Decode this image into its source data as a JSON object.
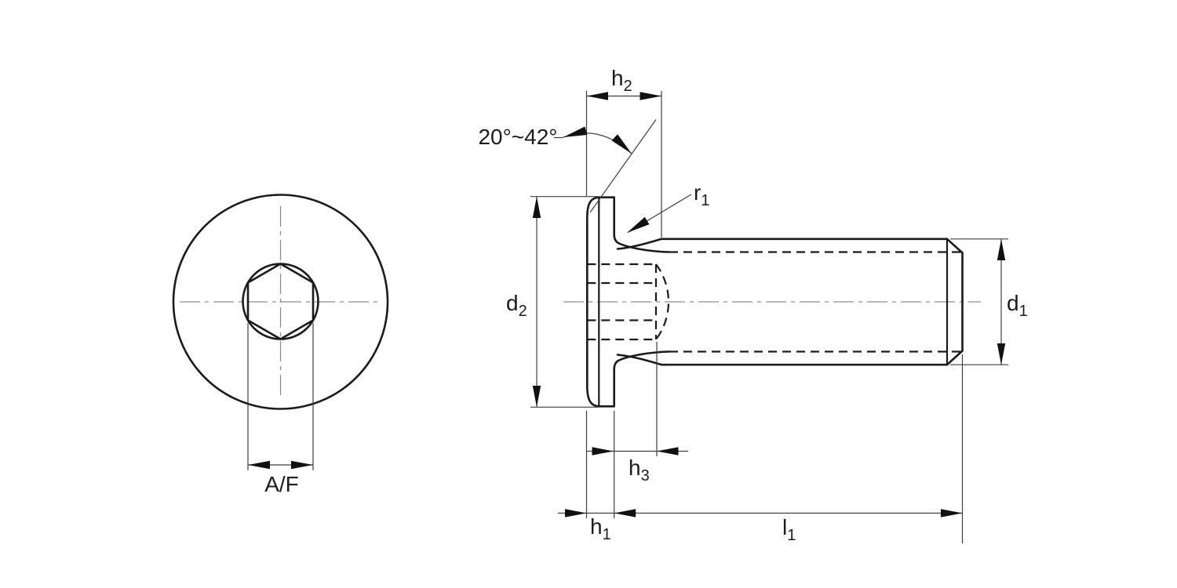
{
  "colors": {
    "background": "#ffffff",
    "outline": "#1b1b1b",
    "hidden_line": "#1b1b1b",
    "dimension_line": "#3f3f3f",
    "centerline": "#8d8d8d",
    "arrow": "#111111",
    "text": "#1b1b1b"
  },
  "front_view": {
    "af_dim_label": "A/F"
  },
  "side_view": {
    "angle_dim_label": "20°~42°",
    "dim_h2": {
      "base": "h",
      "sub": "2"
    },
    "dim_r1": {
      "base": "r",
      "sub": "1"
    },
    "dim_d2": {
      "base": "d",
      "sub": "2"
    },
    "dim_d1": {
      "base": "d",
      "sub": "1"
    },
    "dim_h3": {
      "base": "h",
      "sub": "3"
    },
    "dim_h1": {
      "base": "h",
      "sub": "1"
    },
    "dim_l1": {
      "base": "l",
      "sub": "1"
    }
  }
}
